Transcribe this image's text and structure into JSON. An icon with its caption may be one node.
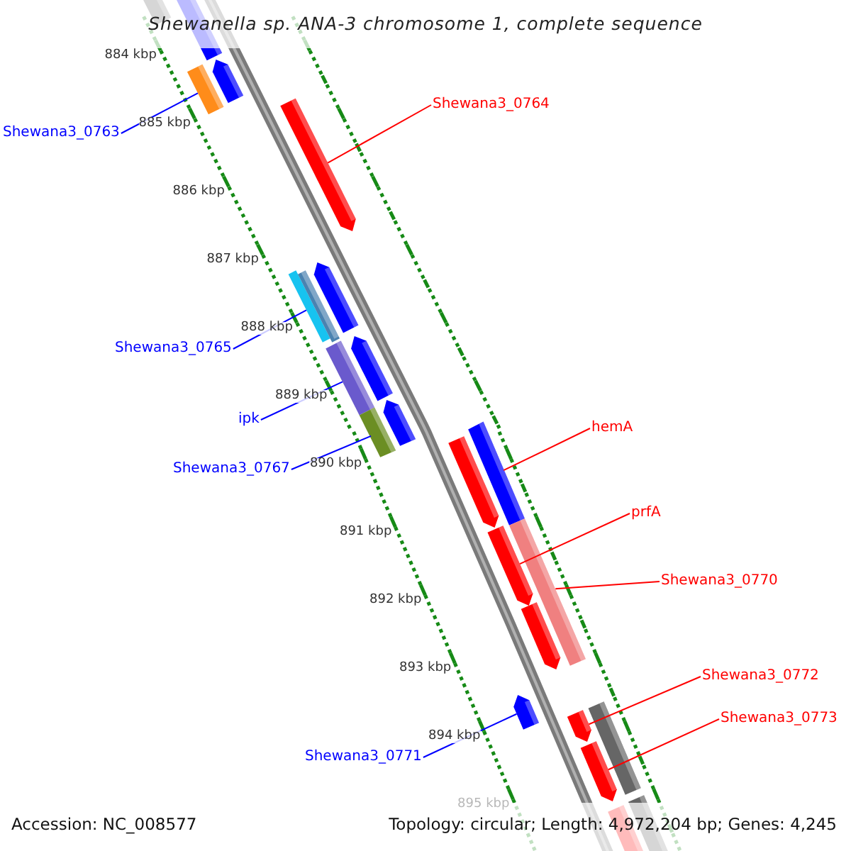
{
  "diagram": {
    "title": "Shewanella sp. ANA-3 chromosome 1, complete sequence",
    "nodes": [
      {
        "text": [
          "Shewana3_0764"
        ]
      },
      {
        "text": [
          "Shewana3_0763"
        ]
      },
      {
        "text": [
          "Shewana3_0765"
        ]
      },
      {
        "text": [
          "ipk"
        ]
      },
      {
        "text": [
          "hemA"
        ]
      },
      {
        "text": [
          "Shewana3_0767"
        ]
      },
      {
        "text": [
          "prfA"
        ]
      },
      {
        "text": [
          "Shewana3_0770"
        ]
      },
      {
        "text": [
          "Shewana3_0772"
        ]
      },
      {
        "text": [
          "Shewana3_0773"
        ]
      },
      {
        "text": [
          "Shewana3_0771"
        ]
      },
      {
        "text": [],
        "shape": "bar"
      },
      {
        "text": [],
        "shape": "bar"
      },
      {
        "text": [],
        "shape": "bar"
      },
      {
        "text": [],
        "shape": "bar"
      },
      {
        "text": [],
        "shape": "bar"
      },
      {
        "text": [],
        "shape": "bar"
      },
      {
        "text": [],
        "shape": "bar"
      },
      {
        "text": [],
        "shape": "bar"
      },
      {
        "text": [],
        "shape": "bar"
      },
      {
        "text": [],
        "shape": "bar"
      },
      {
        "text": [],
        "shape": "bar"
      },
      {
        "text": [],
        "shape": "bar"
      },
      {
        "text": [],
        "shape": "bar"
      },
      {
        "text": [],
        "shape": "bar"
      },
      {
        "text": [],
        "shape": "bar"
      },
      {
        "text": [],
        "shape": "bar"
      },
      {
        "text": [],
        "shape": "bar"
      },
      {
        "text": [],
        "shape": "bar"
      },
      {
        "text": [],
        "shape": "bar"
      },
      {
        "text": [],
        "shape": "bar"
      },
      {
        "text": [],
        "shape": "bar"
      },
      {
        "text": [],
        "shape": "bar"
      }
    ],
    "edges": [
      {
        "from": 0,
        "to": 15,
        "arrow": "none"
      },
      {
        "from": 1,
        "to": 14,
        "arrow": "none",
        "color": "#0000ff"
      },
      {
        "from": 2,
        "to": 17,
        "arrow": "none",
        "color": "#0000ff"
      },
      {
        "from": 3,
        "to": 19,
        "arrow": "none",
        "color": "#0000ff"
      },
      {
        "from": 4,
        "to": 22,
        "arrow": "none"
      },
      {
        "from": 5,
        "to": 21,
        "arrow": "none",
        "color": "#0000ff"
      },
      {
        "from": 6,
        "to": 25,
        "arrow": "none"
      },
      {
        "from": 7,
        "to": 24,
        "arrow": "none"
      },
      {
        "from": 8,
        "to": 29,
        "arrow": "none"
      },
      {
        "from": 9,
        "to": 30,
        "arrow": "none"
      },
      {
        "from": 10,
        "to": 27,
        "arrow": "none",
        "color": "#0000ff"
      }
    ],
    "labels": [
      "884 kbp",
      "885 kbp",
      "886 kbp",
      "887 kbp",
      "888 kbp",
      "889 kbp",
      "890 kbp",
      "891 kbp",
      "892 kbp",
      "893 kbp",
      "894 kbp",
      "895 kbp",
      "Accession: NC_008577",
      "Topology: circular; Length: 4,972,204 bp; Genes: 4,245"
    ]
  }
}
